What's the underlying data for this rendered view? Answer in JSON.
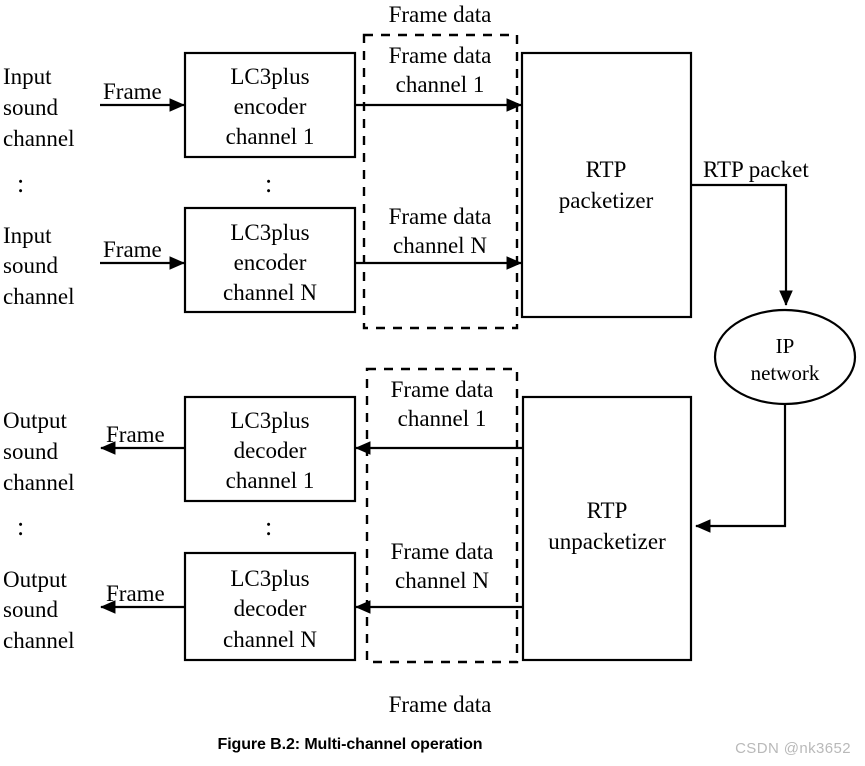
{
  "figure": {
    "caption": "Figure B.2: Multi-channel operation",
    "watermark": "CSDN @nk3652"
  },
  "colors": {
    "stroke": "#000000",
    "background": "#ffffff",
    "watermark": "#b9b9b9"
  },
  "diagram": {
    "type": "block-diagram",
    "title": "Multi-channel operation",
    "encoder_path": {
      "inputs": [
        {
          "line1": "Input",
          "line2": "sound",
          "line3": "channel"
        },
        {
          "line1": "Input",
          "line2": "sound",
          "line3": "channel"
        }
      ],
      "input_arrow_labels": [
        "Frame",
        "Frame"
      ],
      "encoders": [
        {
          "line1": "LC3plus",
          "line2": "encoder",
          "line3": "channel 1"
        },
        {
          "line1": "LC3plus",
          "line2": "encoder",
          "line3": "channel N"
        }
      ],
      "frame_data_labels": [
        {
          "line1": "Frame data",
          "line2": "channel 1"
        },
        {
          "line1": "Frame data",
          "line2": "channel N"
        }
      ],
      "group_label": "Frame data",
      "packetizer": {
        "line1": "RTP",
        "line2": "packetizer"
      },
      "network_arrow_label": "RTP packet"
    },
    "network": {
      "line1": "IP",
      "line2": "network"
    },
    "decoder_path": {
      "outputs": [
        {
          "line1": "Output",
          "line2": "sound",
          "line3": "channel"
        },
        {
          "line1": "Output",
          "line2": "sound",
          "line3": "channel"
        }
      ],
      "output_arrow_labels": [
        "Frame",
        "Frame"
      ],
      "decoders": [
        {
          "line1": "LC3plus",
          "line2": "decoder",
          "line3": "channel 1"
        },
        {
          "line1": "LC3plus",
          "line2": "decoder",
          "line3": "channel N"
        }
      ],
      "frame_data_labels": [
        {
          "line1": "Frame data",
          "line2": "channel 1"
        },
        {
          "line1": "Frame data",
          "line2": "channel N"
        }
      ],
      "group_label": "Frame data",
      "unpacketizer": {
        "line1": "RTP",
        "line2": "unpacketizer"
      }
    },
    "ellipsis": ":"
  }
}
